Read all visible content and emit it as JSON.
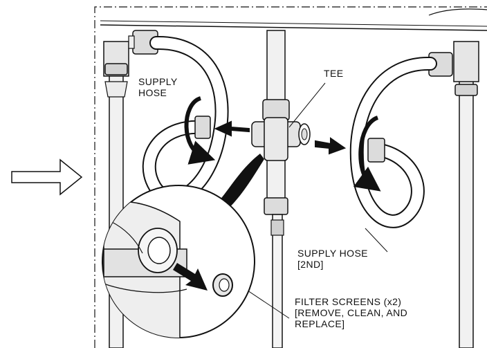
{
  "labels": {
    "supply_hose": [
      "SUPPLY",
      "HOSE"
    ],
    "tee": "TEE",
    "supply_hose_2nd": [
      "SUPPLY HOSE",
      "[2ND]"
    ],
    "filter_screens": [
      "FILTER SCREENS (x2)",
      "[REMOVE, CLEAN, AND",
      "REPLACE]"
    ]
  },
  "colors": {
    "line": "#111111",
    "metal_light": "#f1f1f1",
    "metal_shade": "#c9c9c9",
    "hose_fill": "#ffffff",
    "arrow": "#111111"
  },
  "icons": {
    "step_arrow": "hollow-right-arrow-icon",
    "rotate_ccw": "curved-rotate-arrow-icon",
    "rotate_cw": "curved-rotate-arrow-icon",
    "remove_arrow": "filled-arrow-icon"
  }
}
